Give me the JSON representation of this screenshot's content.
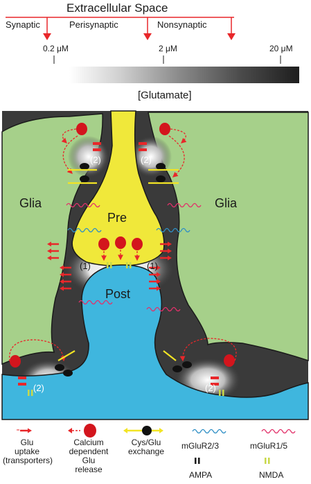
{
  "header": {
    "title": "Extracellular Space",
    "regions": [
      "Synaptic",
      "Perisynaptic",
      "Nonsynaptic"
    ]
  },
  "scale": {
    "ticks": [
      "0.2 μM",
      "2 μM",
      "20 μM"
    ],
    "label": "[Glutamate]",
    "gradient_from": "#ffffff",
    "gradient_to": "#1e1e1e"
  },
  "compartments": {
    "glia_left": "Glia",
    "glia_right": "Glia",
    "pre": "Pre",
    "post": "Post"
  },
  "markers": {
    "one": "(1)",
    "two": "(2)"
  },
  "legend": {
    "glu_uptake": [
      "Glu",
      "uptake",
      "(transporters)"
    ],
    "calcium_release": [
      "Calcium",
      "dependent",
      "Glu",
      "release"
    ],
    "cys_glu": [
      "Cys/Glu",
      "exchange"
    ],
    "mglur23": "mGluR2/3",
    "mglur15": "mGluR1/5",
    "ampa": "AMPA",
    "nmda": "NMDA"
  },
  "colors": {
    "glia": "#a6d08a",
    "pre": "#f0e83a",
    "post": "#3fb6de",
    "extracellular": "#3a3a3a",
    "transporter": "#e8272a",
    "release": "#d3151d",
    "exchange_arrow": "#f2e424",
    "mglur23": "#2f8fc5",
    "mglur15": "#e2316a",
    "ampa": "#1a1a1a",
    "nmda": "#c9d84a"
  }
}
